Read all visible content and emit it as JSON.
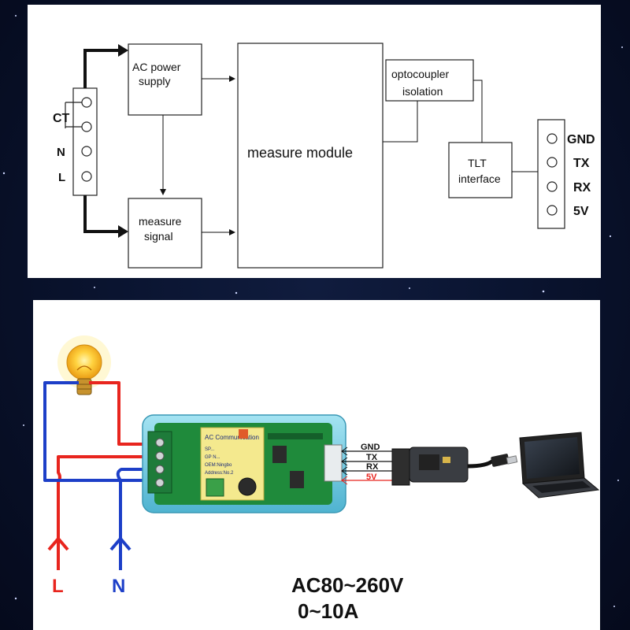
{
  "top_diagram": {
    "terminal_labels": [
      "CT",
      "N",
      "L"
    ],
    "blocks": {
      "ac_power_supply": [
        "AC power",
        "supply"
      ],
      "measure_signal": [
        "measure",
        "signal"
      ],
      "measure_module": "measure module",
      "optocoupler_isolation": [
        "optocoupler",
        "isolation"
      ],
      "ttl_interface": [
        "TLT",
        "interface"
      ]
    },
    "output_pins": [
      "GND",
      "TX",
      "RX",
      "5V"
    ]
  },
  "bottom_diagram": {
    "wire_labels": [
      "GND",
      "TX",
      "RX",
      "5V"
    ],
    "line_labels": {
      "live": "L",
      "neutral": "N"
    },
    "spec": {
      "voltage": "AC80~260V",
      "current": "0~10A"
    },
    "module_text": {
      "title": "AC Communication",
      "lines": [
        "SP...",
        "GP N...",
        "OEM:Ningbo",
        "Address:No.2"
      ]
    },
    "colors": {
      "live": "#e8251e",
      "neutral": "#1d3fc8",
      "case": "#6cc6de",
      "pcb": "#1f8a3b"
    }
  }
}
